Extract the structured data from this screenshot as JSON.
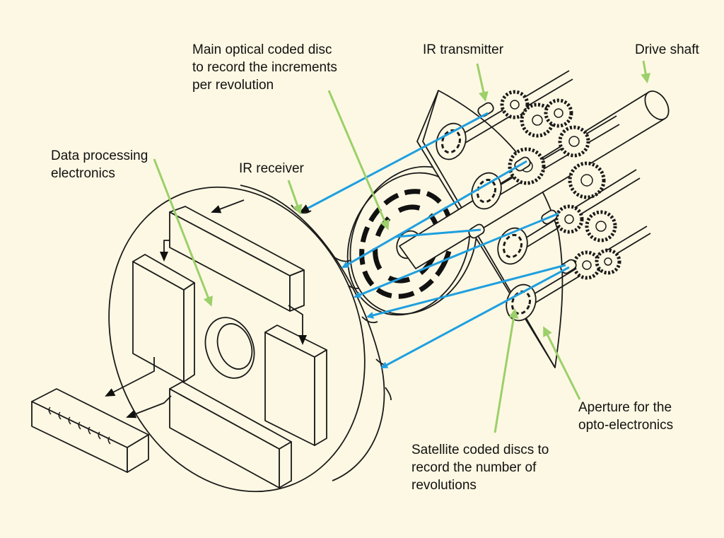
{
  "labels": {
    "main_disc": "Main optical coded disc\nto record the increments\nper revolution",
    "ir_transmitter": "IR transmitter",
    "drive_shaft": "Drive shaft",
    "data_processing": "Data processing\nelectronics",
    "ir_receiver": "IR receiver",
    "aperture": "Aperture for the\nopto-electronics",
    "satellite": "Satellite coded discs to\nrecord the number of\nrevolutions"
  },
  "colors": {
    "background": "#fdf8e3",
    "outline": "#1a1a1a",
    "beam": "#1e9fe0",
    "leader": "#9bd06a"
  }
}
